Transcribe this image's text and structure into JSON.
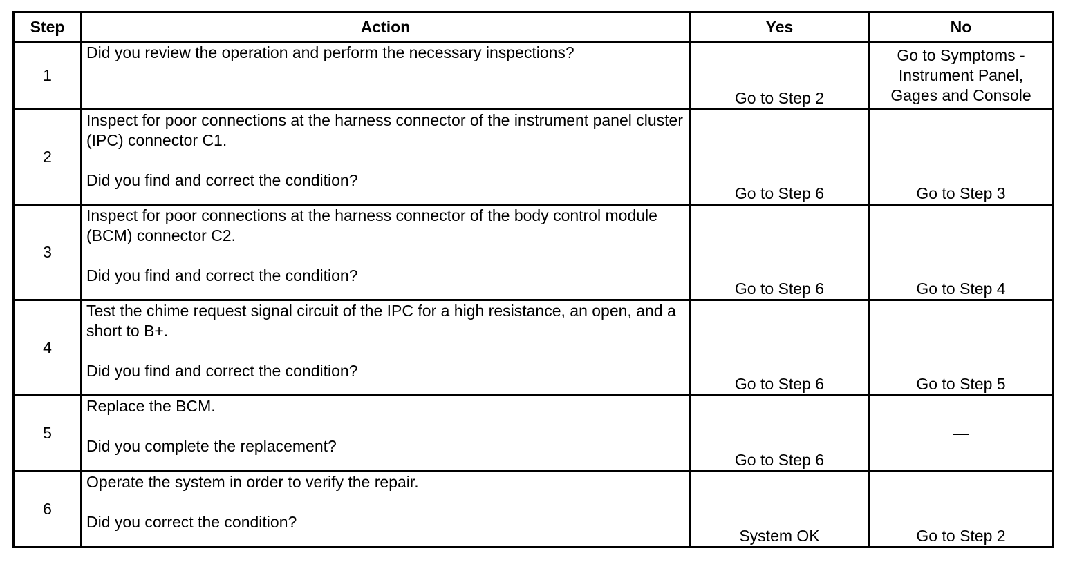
{
  "headers": {
    "step": "Step",
    "action": "Action",
    "yes": "Yes",
    "no": "No"
  },
  "rows": [
    {
      "step": "1",
      "action": [
        "Did you review the operation and perform the necessary inspections?"
      ],
      "yes": "Go to Step 2",
      "no": "Go to Symptoms - Instrument Panel, Gages and Console"
    },
    {
      "step": "2",
      "action": [
        "Inspect for poor connections at the harness connector of the instrument panel cluster (IPC) connector C1.",
        "Did you find and correct the condition?"
      ],
      "yes": "Go to Step 6",
      "no": "Go to Step 3"
    },
    {
      "step": "3",
      "action": [
        "Inspect for poor connections at the harness connector of the body control module (BCM) connector C2.",
        "Did you find and correct the condition?"
      ],
      "yes": "Go to Step 6",
      "no": "Go to Step 4"
    },
    {
      "step": "4",
      "action": [
        "Test the chime request signal circuit of the IPC for a high resistance, an open, and a short to B+.",
        "Did you find and correct the condition?"
      ],
      "yes": "Go to Step 6",
      "no": "Go to Step 5"
    },
    {
      "step": "5",
      "action": [
        "Replace the BCM.",
        "Did you complete the replacement?"
      ],
      "yes": "Go to Step 6",
      "no": "—"
    },
    {
      "step": "6",
      "action": [
        "Operate the system in order to verify the repair.",
        "Did you correct the condition?"
      ],
      "yes": "System OK",
      "no": "Go to Step 2"
    }
  ]
}
